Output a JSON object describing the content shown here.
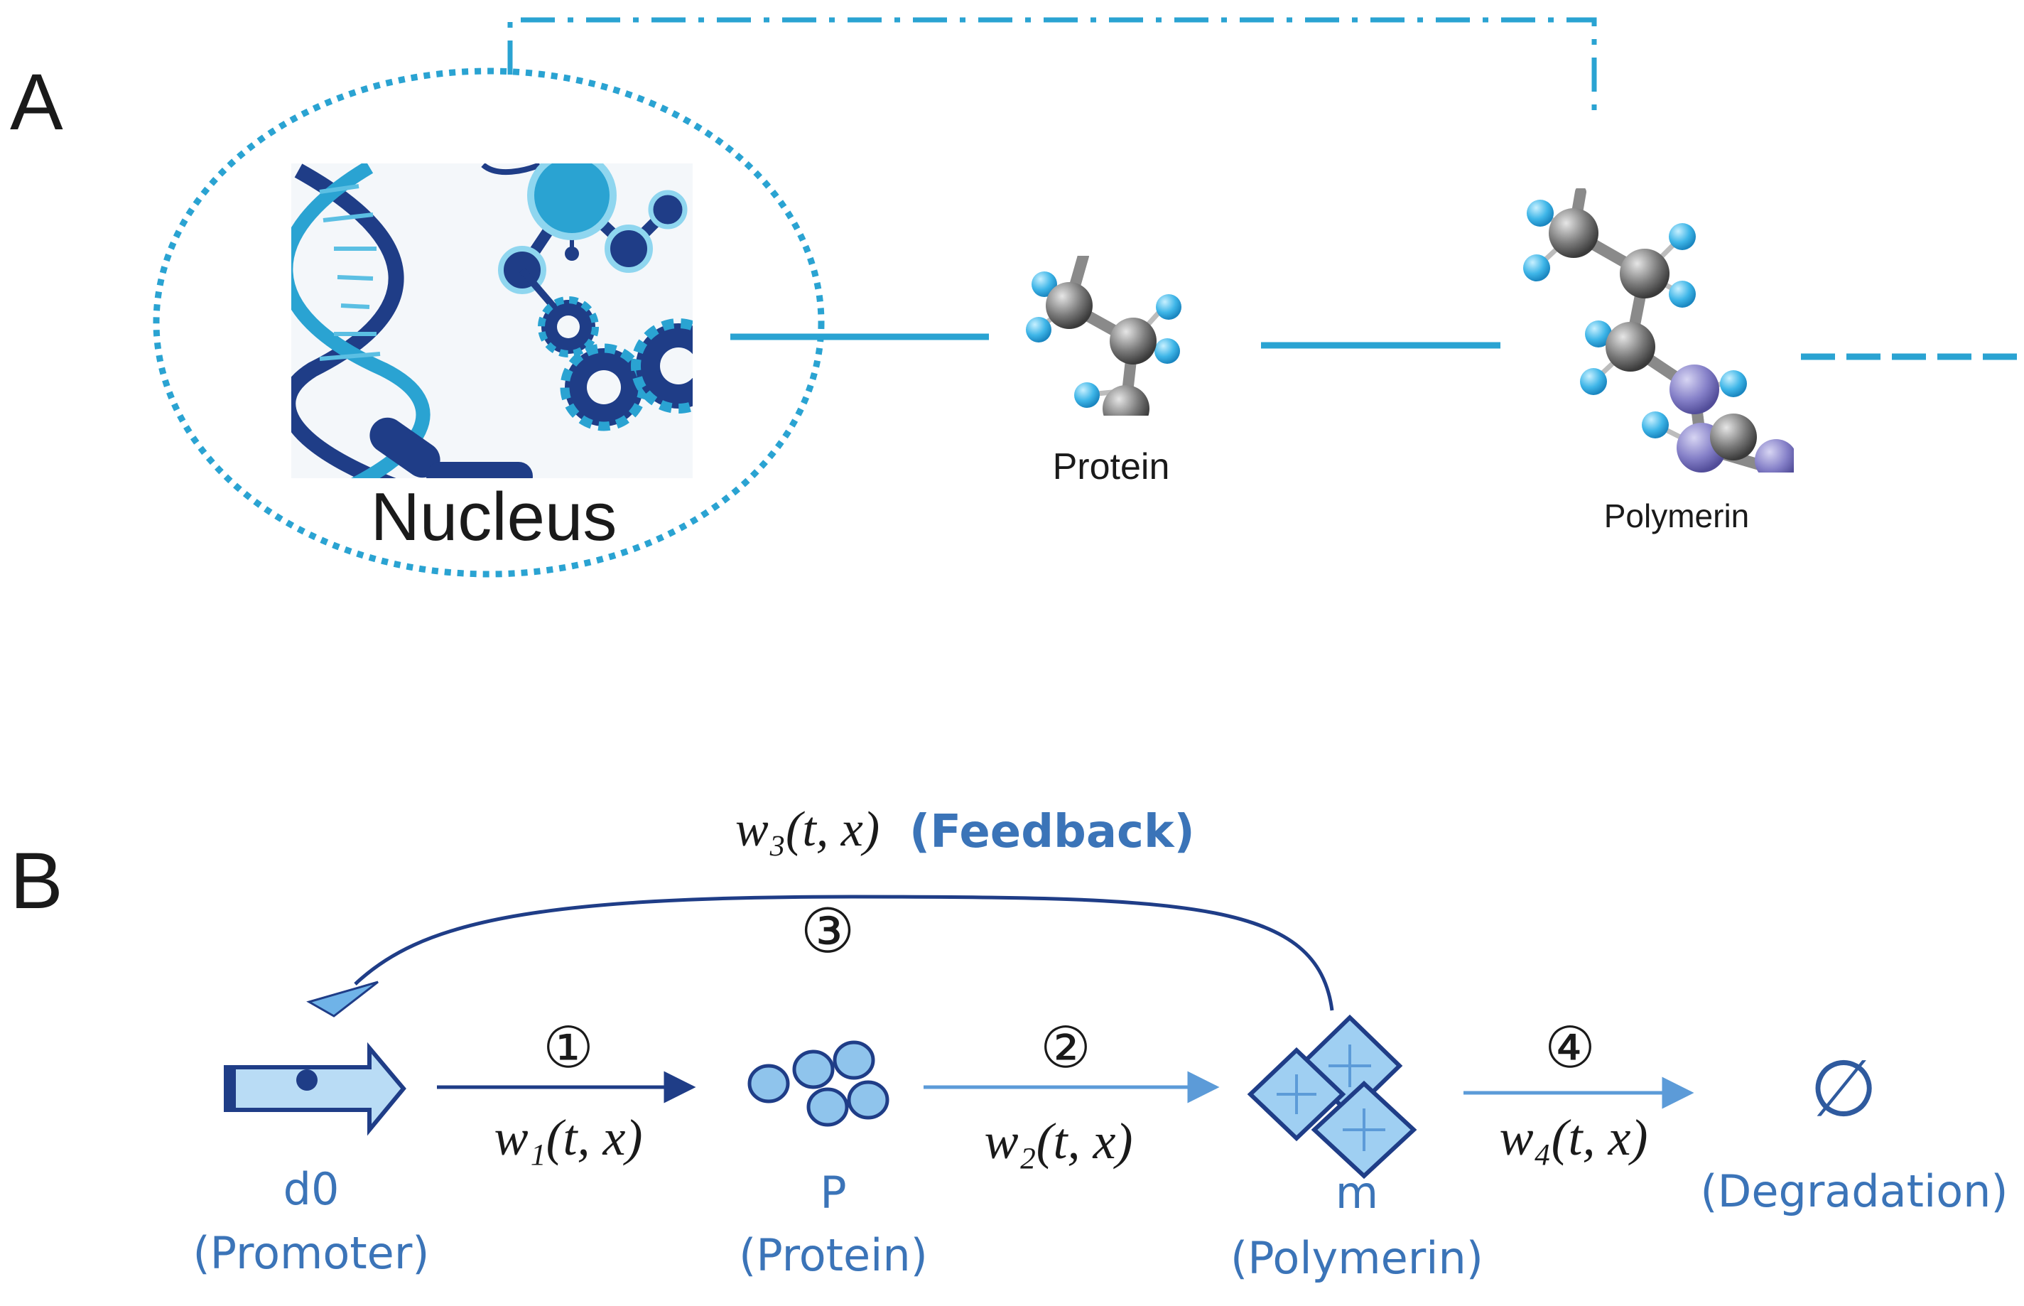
{
  "panel_a": {
    "letter": "A",
    "nucleus_label": "Nucleus",
    "protein_label": "Protein",
    "polymerin_label": "Polymerin"
  },
  "panel_b": {
    "letter": "B",
    "feedback_func": "w₃(t, x)",
    "feedback_label": "(Feedback)",
    "step3": "③",
    "step1": "①",
    "step2": "②",
    "step4": "④",
    "w1": "w₁(t, x)",
    "w2": "w₂(t, x)",
    "w4": "w₄(t, x)",
    "d0_symbol": "d0",
    "d0_name": "(Promoter)",
    "p_symbol": "P",
    "p_name": "(Protein)",
    "m_symbol": "m",
    "m_name": "(Polymerin)",
    "empty_symbol": "∅",
    "degradation_name": "(Degradation)"
  },
  "colors": {
    "teal": "#2aa3d2",
    "navy": "#1f3d87",
    "light_blue": "#9fd0f0",
    "mid_blue": "#5c9bd8",
    "label_blue": "#3b74b8"
  }
}
